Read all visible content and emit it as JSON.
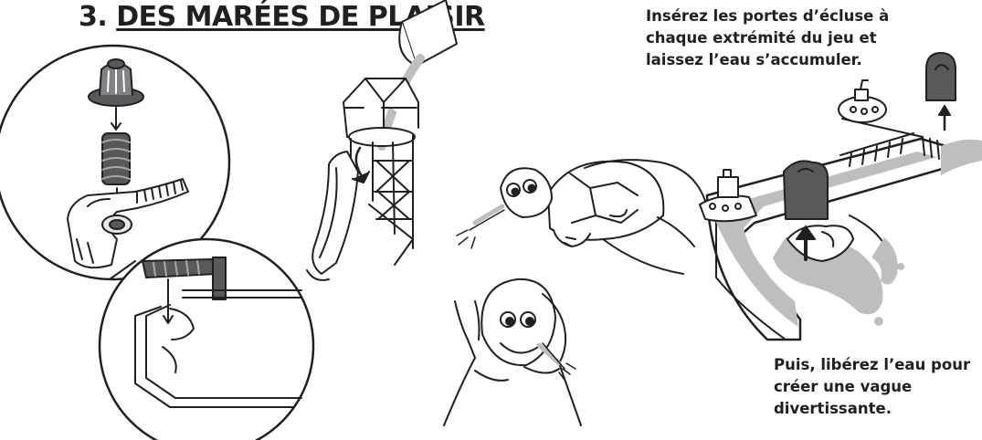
{
  "heading": {
    "number": "3.",
    "text": "DES MARÉES DE PLAISIR"
  },
  "captions": {
    "insert_gates": "Insérez les portes d’écluse à\nchaque extrémité du jeu et\nlaissez l’eau s’accumuler.",
    "release_water": "Puis, libérez l’eau pour\ncréer une vague\ndivertissante."
  },
  "colors": {
    "ink": "#231f20",
    "water": "#bcbec0",
    "gate": "#58595b",
    "fill_light": "#ffffff"
  }
}
